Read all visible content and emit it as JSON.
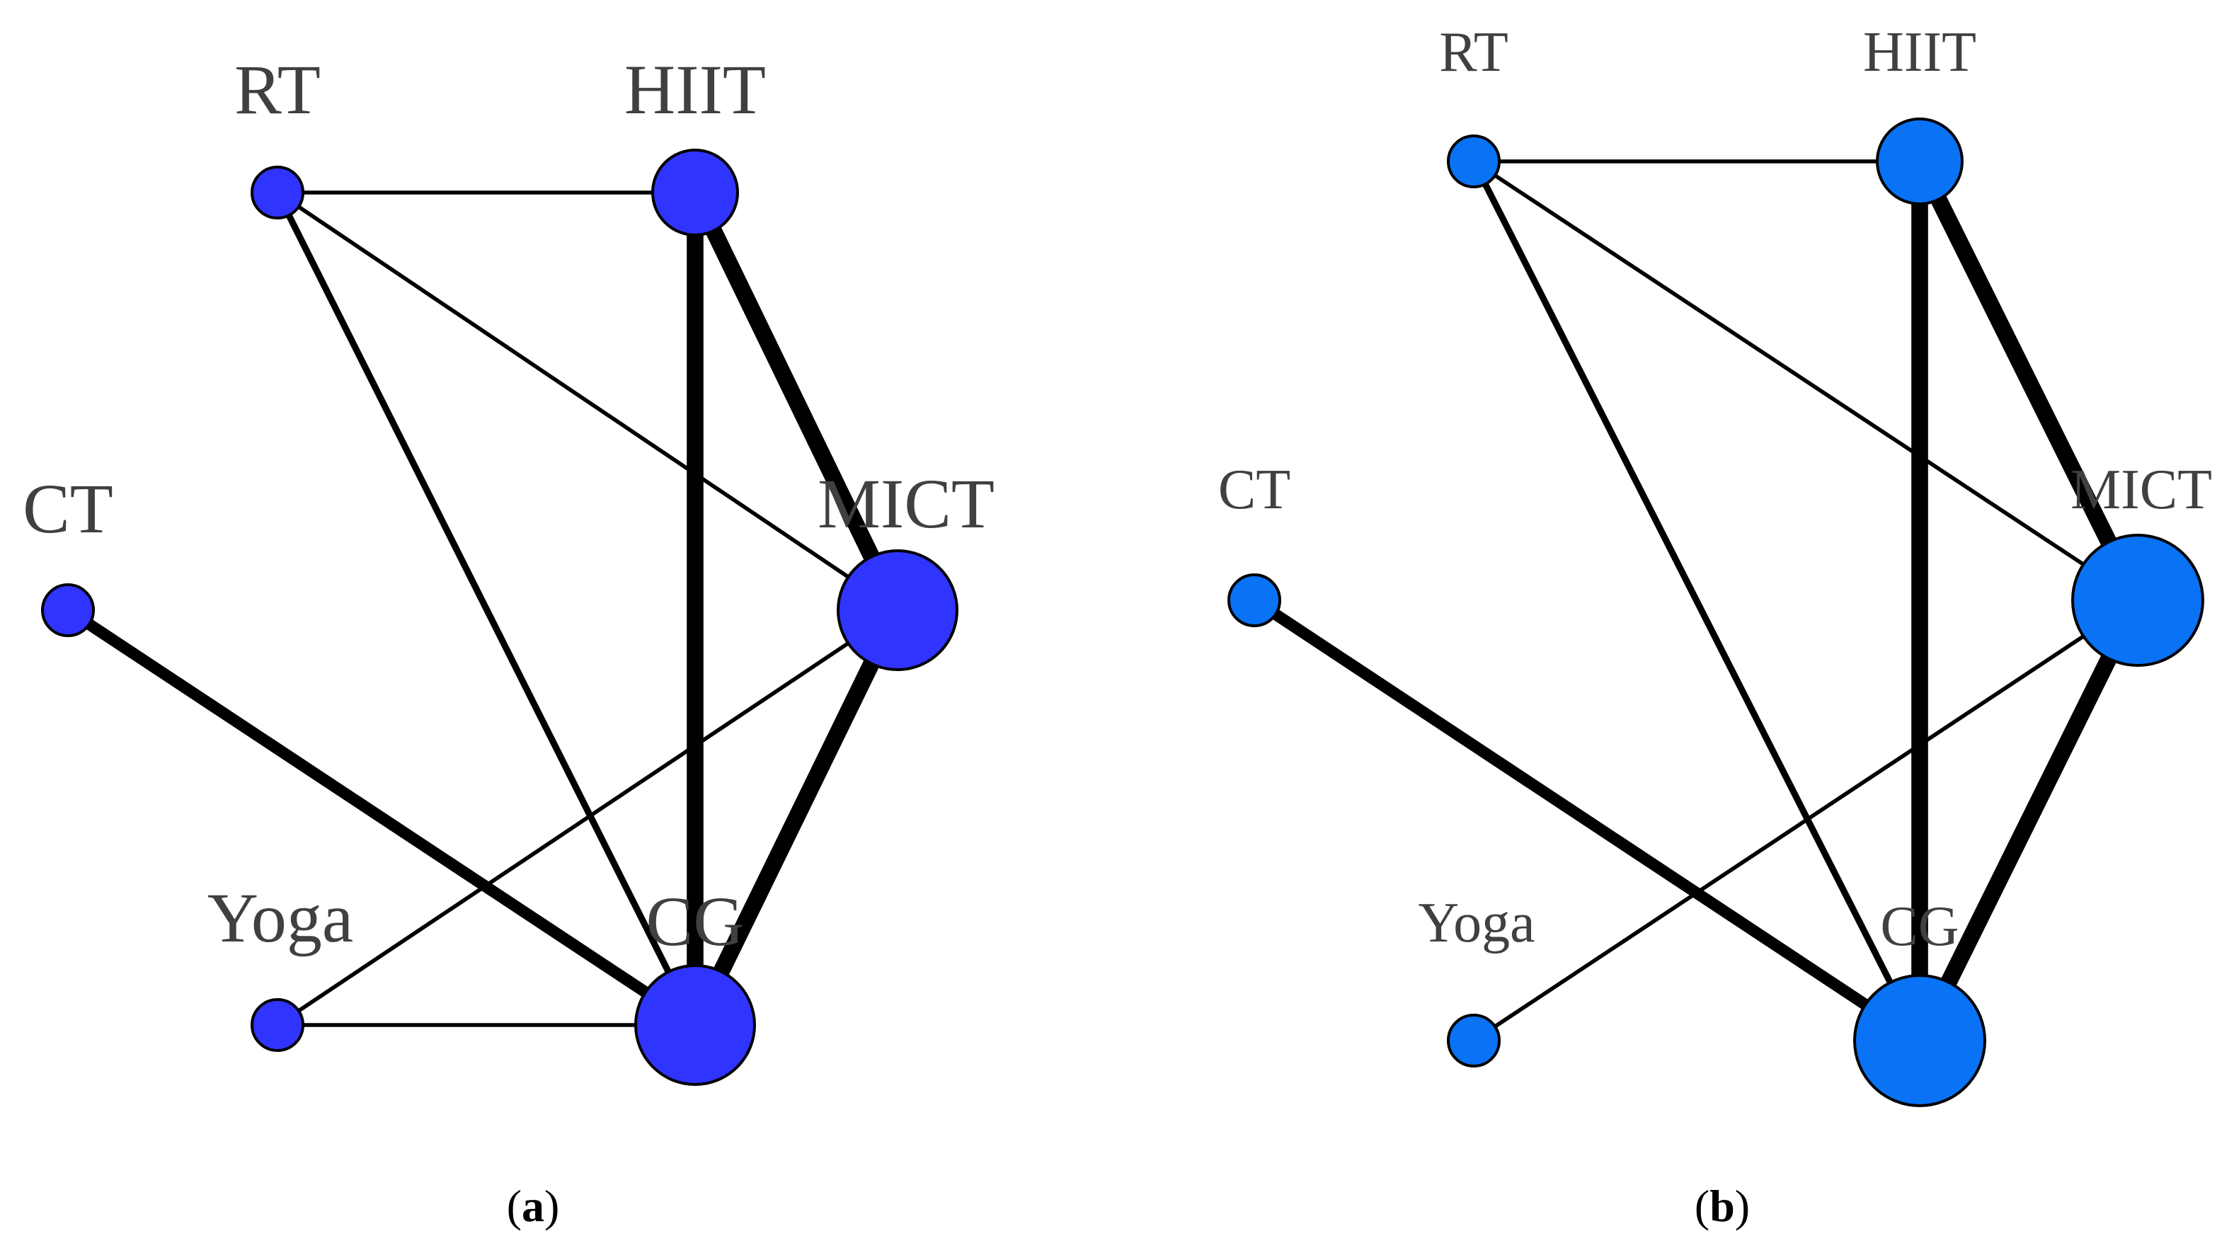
{
  "panels": [
    {
      "caption": {
        "open": "(",
        "letter": "a",
        "close": ")"
      },
      "node_color": "#2f35ff",
      "nodes": [
        {
          "id": "RT",
          "label": "RT"
        },
        {
          "id": "HIIT",
          "label": "HIIT"
        },
        {
          "id": "CT",
          "label": "CT"
        },
        {
          "id": "MICT",
          "label": "MICT"
        },
        {
          "id": "Yoga",
          "label": "Yoga"
        },
        {
          "id": "CG",
          "label": "CG"
        }
      ],
      "edges": [
        {
          "from": "RT",
          "to": "HIIT",
          "weight": 1
        },
        {
          "from": "RT",
          "to": "CG",
          "weight": 2
        },
        {
          "from": "RT",
          "to": "MICT",
          "weight": 1
        },
        {
          "from": "HIIT",
          "to": "CG",
          "weight": 6
        },
        {
          "from": "HIIT",
          "to": "MICT",
          "weight": 6
        },
        {
          "from": "CT",
          "to": "CG",
          "weight": 4
        },
        {
          "from": "MICT",
          "to": "CG",
          "weight": 6
        },
        {
          "from": "Yoga",
          "to": "MICT",
          "weight": 1
        },
        {
          "from": "Yoga",
          "to": "CG",
          "weight": 1
        }
      ]
    },
    {
      "caption": {
        "open": "(",
        "letter": "b",
        "close": ")"
      },
      "node_color": "#0a72f5",
      "nodes": [
        {
          "id": "RT",
          "label": "RT"
        },
        {
          "id": "HIIT",
          "label": "HIIT"
        },
        {
          "id": "CT",
          "label": "CT"
        },
        {
          "id": "MICT",
          "label": "MICT"
        },
        {
          "id": "Yoga",
          "label": "Yoga"
        },
        {
          "id": "CG",
          "label": "CG"
        }
      ],
      "edges": [
        {
          "from": "RT",
          "to": "HIIT",
          "weight": 1
        },
        {
          "from": "RT",
          "to": "CG",
          "weight": 2
        },
        {
          "from": "RT",
          "to": "MICT",
          "weight": 1
        },
        {
          "from": "HIIT",
          "to": "CG",
          "weight": 6
        },
        {
          "from": "HIIT",
          "to": "MICT",
          "weight": 6
        },
        {
          "from": "CT",
          "to": "CG",
          "weight": 4
        },
        {
          "from": "MICT",
          "to": "CG",
          "weight": 6
        },
        {
          "from": "Yoga",
          "to": "MICT",
          "weight": 1
        }
      ]
    }
  ]
}
